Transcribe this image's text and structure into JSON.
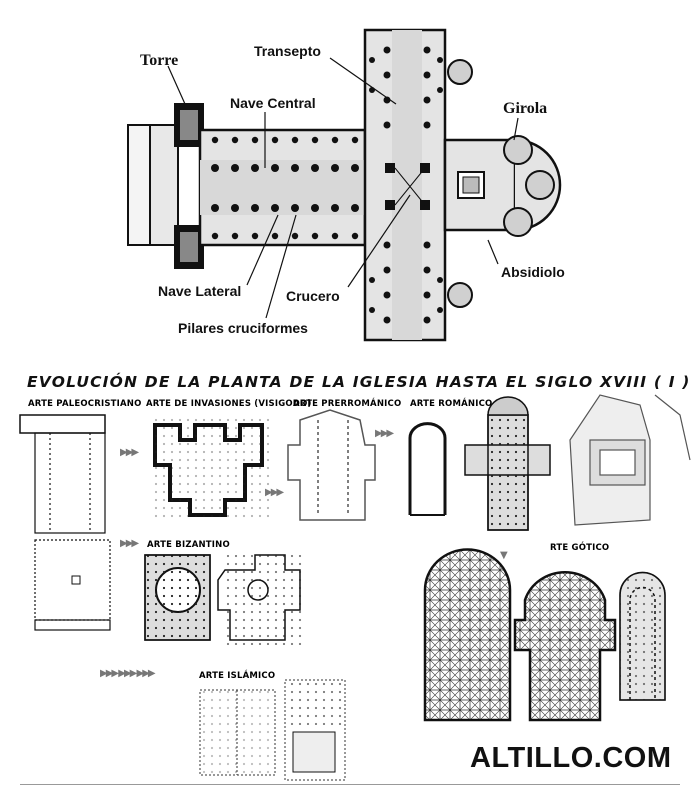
{
  "main_plan": {
    "labels": {
      "torre": "Torre",
      "transepto": "Transepto",
      "nave_central": "Nave Central",
      "girola": "Girola",
      "absidiolo": "Absidiolo",
      "nave_lateral": "Nave Lateral",
      "crucero": "Crucero",
      "pilares": "Pilares cruciformes"
    }
  },
  "evolution": {
    "title": "EVOLUCIÓN DE LA PLANTA DE LA IGLESIA HASTA EL SIGLO XVIII ( I )",
    "captions": {
      "paleocristiano": "ARTE PALEOCRISTIANO",
      "invasiones": "ARTE DE INVASIONES (VISIGODO)",
      "prerromanico": "ARTE PRERROMÁNICO",
      "romanico": "ARTE ROMÁNICO",
      "bizantino": "ARTE BIZANTINO",
      "islamico": "ARTE ISLÁMICO",
      "gotico": "RTE GÓTICO"
    }
  },
  "brand": "ALTILLO.COM"
}
